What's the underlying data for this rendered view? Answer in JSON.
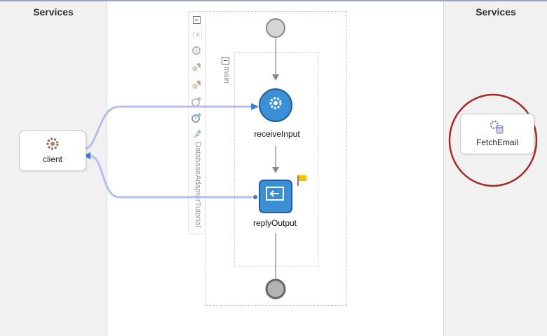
{
  "lanes": {
    "left_title": "Services",
    "right_title": "Services"
  },
  "services": {
    "client": {
      "label": "client",
      "icon": "gear-icon"
    },
    "fetch_email": {
      "label": "FetchEmail",
      "icon": "database-adapter-icon"
    }
  },
  "process": {
    "scope_label": "main",
    "composite_label": "DatabaseAdapterTutorial",
    "receive_label": "receiveInput",
    "reply_label": "replyOutput"
  },
  "colors": {
    "wire": "#b5bdf0",
    "activity": "#3b8fd4",
    "highlight_circle": "#a52a2a",
    "flag": "#f2c200"
  }
}
